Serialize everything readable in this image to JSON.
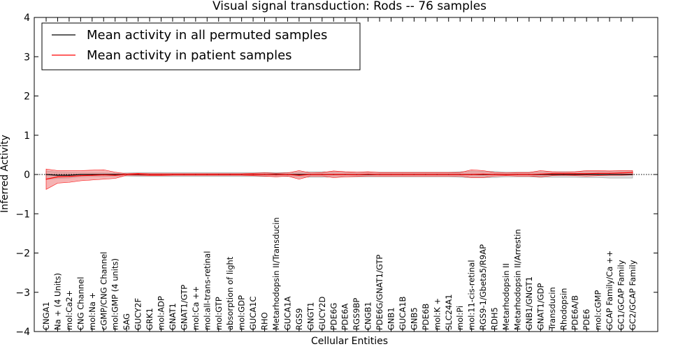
{
  "chart_data": {
    "type": "line",
    "title": "Visual signal transduction: Rods -- 76 samples",
    "xlabel": "Cellular Entities",
    "ylabel": "Inferred Activity",
    "ylim": [
      -4,
      4
    ],
    "yticks": [
      4,
      3,
      2,
      1,
      0,
      -1,
      -2,
      -3,
      -4
    ],
    "ytick_labels": [
      "4",
      "3",
      "2",
      "1",
      "0",
      "−1",
      "−2",
      "−3",
      "−4"
    ],
    "legend_position": "top-left",
    "colors": {
      "permuted": "#000000",
      "patient": "#ff0000",
      "permuted_band": "#c8c8c8",
      "patient_band": "#ee8080"
    },
    "categories": [
      "CNGA1",
      "Na + (4 Units)",
      "mol:Ca2+",
      "CNG Channel",
      "mol:Na +",
      "cGMP/CNG Channel",
      "mol:GMP (4 units)",
      "SAG",
      "GUCY2F",
      "GRK1",
      "mol:ADP",
      "GNAT1",
      "GNAT1/GTP",
      "mol:Ca ++",
      "mol:all-trans-retinal",
      "mol:GTP",
      "absorption of light",
      "mol:GDP",
      "GUCA1C",
      "RHO",
      "Metarhodopsin II/Transducin",
      "GUCA1A",
      "RGS9",
      "GNGT1",
      "GUCY2D",
      "PDE6G",
      "PDE6A",
      "RGS9BP",
      "CNGB1",
      "PDE6G/GNAT1/GTP",
      "GNB1",
      "GUCA1B",
      "GNB5",
      "PDE6B",
      "mol:K +",
      "SLC24A1",
      "mol:Pi",
      "mol:11-cis-retinal",
      "RGS9-1/Gbeta5/R9AP",
      "RDH5",
      "Metarhodopsin II",
      "Metarhodopsin II/Arrestin",
      "GNB1/GNGT1",
      "GNAT1/GDP",
      "Transducin",
      "Rhodopsin",
      "PDE6A/B",
      "PDE6",
      "mol:cGMP",
      "GCAP Family/Ca ++",
      "GC1/GCAP Family",
      "GC2/GCAP Family"
    ],
    "series": [
      {
        "name": "Mean activity in all permuted samples",
        "values": [
          0.0,
          -0.02,
          -0.02,
          0.0,
          0.0,
          0.0,
          0.0,
          0.0,
          0.0,
          0.0,
          0.0,
          0.0,
          0.0,
          0.0,
          0.0,
          0.0,
          0.0,
          0.0,
          0.0,
          0.0,
          0.0,
          0.0,
          0.0,
          0.0,
          0.0,
          0.0,
          0.0,
          0.0,
          0.0,
          0.0,
          0.0,
          0.0,
          0.0,
          0.0,
          0.0,
          0.0,
          0.0,
          0.0,
          0.0,
          0.0,
          0.0,
          0.0,
          0.0,
          0.0,
          0.0,
          0.0,
          0.0,
          0.0,
          0.0,
          0.0,
          0.0,
          0.0
        ],
        "upper": [
          0.09,
          0.06,
          0.05,
          0.04,
          0.04,
          0.04,
          0.03,
          0.04,
          0.05,
          0.05,
          0.05,
          0.05,
          0.05,
          0.05,
          0.05,
          0.05,
          0.05,
          0.05,
          0.05,
          0.05,
          0.05,
          0.05,
          0.06,
          0.07,
          0.07,
          0.06,
          0.06,
          0.06,
          0.06,
          0.06,
          0.06,
          0.06,
          0.06,
          0.06,
          0.06,
          0.06,
          0.07,
          0.08,
          0.08,
          0.08,
          0.06,
          0.06,
          0.06,
          0.07,
          0.07,
          0.07,
          0.07,
          0.08,
          0.08,
          0.09,
          0.09,
          0.09
        ],
        "lower": [
          -0.12,
          -0.1,
          -0.09,
          -0.06,
          -0.05,
          -0.05,
          -0.04,
          -0.04,
          -0.05,
          -0.05,
          -0.05,
          -0.05,
          -0.05,
          -0.05,
          -0.05,
          -0.05,
          -0.05,
          -0.05,
          -0.05,
          -0.05,
          -0.05,
          -0.05,
          -0.06,
          -0.07,
          -0.07,
          -0.06,
          -0.06,
          -0.06,
          -0.06,
          -0.06,
          -0.06,
          -0.06,
          -0.06,
          -0.06,
          -0.06,
          -0.06,
          -0.07,
          -0.08,
          -0.08,
          -0.08,
          -0.06,
          -0.06,
          -0.06,
          -0.07,
          -0.07,
          -0.07,
          -0.07,
          -0.08,
          -0.08,
          -0.09,
          -0.09,
          -0.09
        ]
      },
      {
        "name": "Mean activity in patient samples",
        "values": [
          -0.12,
          -0.06,
          -0.05,
          -0.03,
          -0.02,
          -0.01,
          -0.02,
          0.0,
          0.01,
          0.0,
          0.0,
          0.0,
          0.0,
          0.0,
          0.0,
          0.0,
          0.0,
          0.0,
          0.0,
          0.0,
          -0.01,
          0.0,
          -0.02,
          0.0,
          0.0,
          0.0,
          0.0,
          0.0,
          0.01,
          0.0,
          0.0,
          0.0,
          0.0,
          0.0,
          0.0,
          0.0,
          0.0,
          0.0,
          0.01,
          0.0,
          0.0,
          0.0,
          0.0,
          0.01,
          0.02,
          0.02,
          0.02,
          0.02,
          0.03,
          0.03,
          0.04,
          0.05
        ],
        "upper": [
          0.14,
          0.1,
          0.1,
          0.1,
          0.11,
          0.12,
          0.06,
          0.02,
          0.03,
          0.02,
          0.02,
          0.02,
          0.02,
          0.02,
          0.02,
          0.02,
          0.02,
          0.02,
          0.03,
          0.04,
          0.03,
          0.04,
          0.1,
          0.04,
          0.05,
          0.09,
          0.07,
          0.06,
          0.07,
          0.05,
          0.05,
          0.05,
          0.05,
          0.05,
          0.05,
          0.05,
          0.05,
          0.12,
          0.1,
          0.05,
          0.04,
          0.05,
          0.05,
          0.1,
          0.07,
          0.06,
          0.07,
          0.1,
          0.1,
          0.09,
          0.1,
          0.1
        ],
        "lower": [
          -0.38,
          -0.22,
          -0.2,
          -0.16,
          -0.14,
          -0.12,
          -0.1,
          -0.02,
          -0.02,
          -0.03,
          -0.03,
          -0.02,
          -0.02,
          -0.02,
          -0.02,
          -0.02,
          -0.02,
          -0.02,
          -0.03,
          -0.04,
          -0.06,
          -0.04,
          -0.12,
          -0.04,
          -0.04,
          -0.08,
          -0.06,
          -0.05,
          -0.04,
          -0.04,
          -0.04,
          -0.04,
          -0.04,
          -0.04,
          -0.04,
          -0.04,
          -0.04,
          -0.08,
          -0.08,
          -0.04,
          -0.03,
          -0.04,
          -0.04,
          -0.06,
          -0.03,
          -0.02,
          -0.03,
          -0.04,
          -0.03,
          -0.02,
          -0.02,
          -0.01
        ]
      }
    ]
  }
}
